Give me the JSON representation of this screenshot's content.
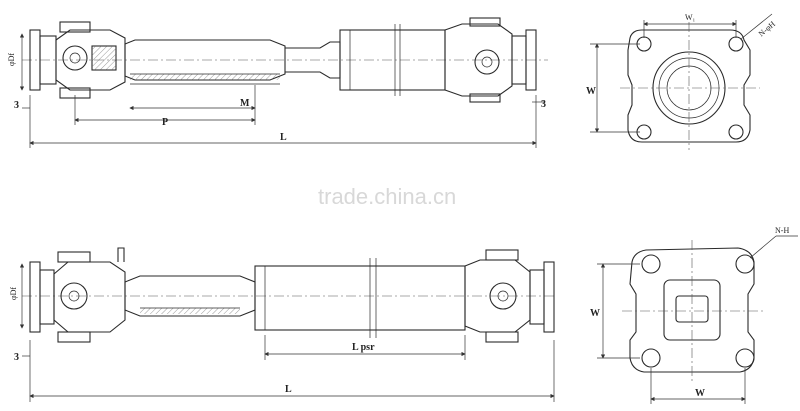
{
  "watermark": "trade.china.cn",
  "top_shaft": {
    "label_df": "φDf",
    "label_3_left": "3",
    "label_3_right": "3",
    "label_p": "P",
    "label_m": "M",
    "label_l": "L"
  },
  "top_flange": {
    "label_w": "W",
    "label_w1": "W₁",
    "label_nh": "N-φH"
  },
  "bottom_shaft": {
    "label_df": "φDf",
    "label_3": "3",
    "label_lpsr": "L psr",
    "label_l": "L"
  },
  "bottom_flange": {
    "label_w_side": "W",
    "label_w_bottom": "W",
    "label_nh": "N-H"
  }
}
